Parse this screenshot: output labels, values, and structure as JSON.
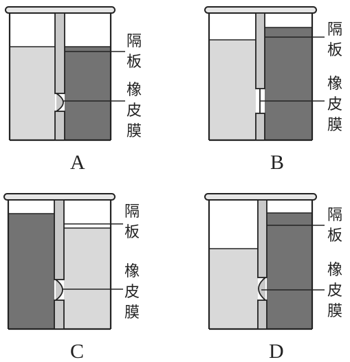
{
  "labels": {
    "partition": [
      "隔",
      "板"
    ],
    "membrane": [
      "橡",
      "皮",
      "膜"
    ]
  },
  "colors": {
    "light_liquid": "#d9d9d9",
    "dark_liquid": "#737373",
    "partition_fill": "#c9c9c9",
    "outline": "#222222",
    "rim": "#e6e6e6"
  },
  "panels": [
    {
      "letter": "A",
      "membrane_bulge": "right",
      "left_liquid": "light",
      "right_liquid": "dark",
      "left_level": "equal",
      "right_level": "equal"
    },
    {
      "letter": "B",
      "membrane_bulge": "none",
      "left_liquid": "light",
      "right_liquid": "dark",
      "left_level": "lower",
      "right_level": "higher"
    },
    {
      "letter": "C",
      "membrane_bulge": "right",
      "left_liquid": "dark",
      "right_liquid": "light",
      "left_level": "higher",
      "right_level": "lower"
    },
    {
      "letter": "D",
      "membrane_bulge": "left",
      "left_liquid": "light",
      "right_liquid": "dark",
      "left_level": "lower",
      "right_level": "higher"
    }
  ]
}
